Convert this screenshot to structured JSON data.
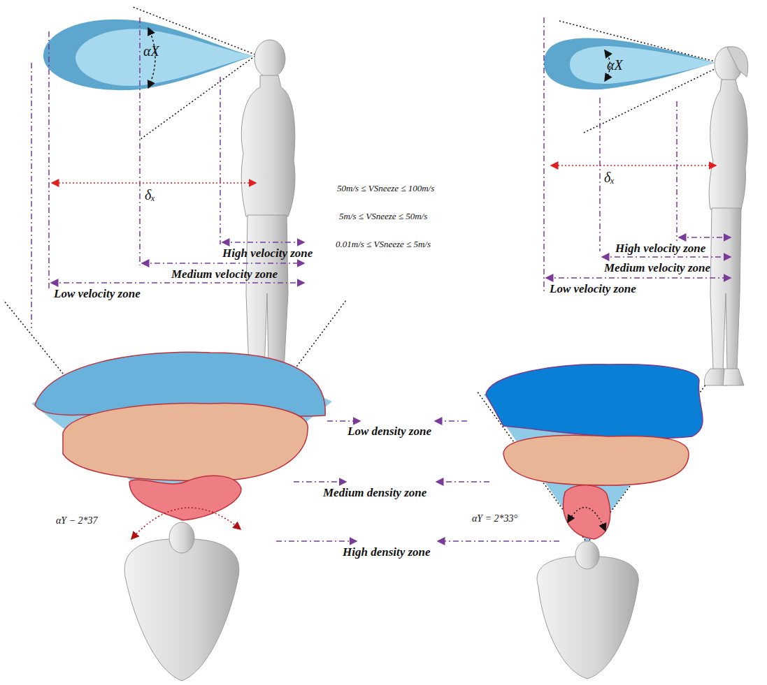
{
  "diagram": {
    "labels": [
      "αX",
      "δₓ",
      "High velocity zone",
      "Medium velocity zone",
      "Low velocity zone",
      "50m/s ≤ VSneeze ≤ 100m/s",
      "5m/s ≤ VSneeze ≤ 50m/s",
      "0.01m/s ≤ VSneeze ≤ 5m/s",
      "αX",
      "δₓ",
      "High velocity zone",
      "Medium velocity zone",
      "Low velocity zone",
      "Low density zone",
      "Medium density zone",
      "High density zone",
      "αY − 2*37",
      "αY = 2*33°"
    ]
  }
}
